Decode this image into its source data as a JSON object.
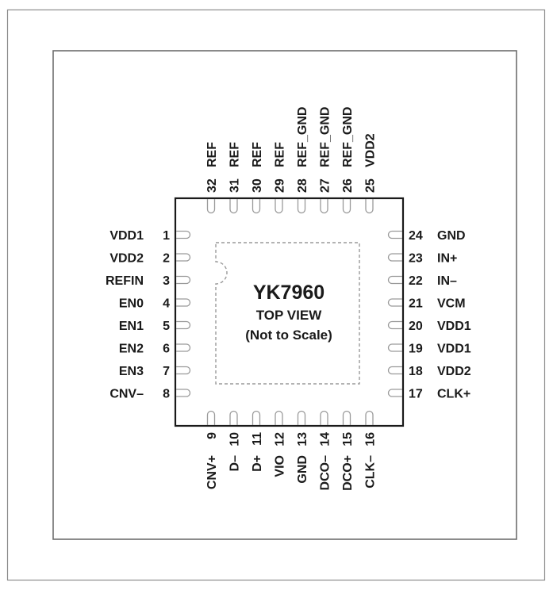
{
  "chip": {
    "part_number": "YK7960",
    "view": "TOP VIEW",
    "scale_note": "(Not to Scale)"
  },
  "pins": {
    "left": [
      {
        "num": "1",
        "name": "VDD1"
      },
      {
        "num": "2",
        "name": "VDD2"
      },
      {
        "num": "3",
        "name": "REFIN"
      },
      {
        "num": "4",
        "name": "EN0"
      },
      {
        "num": "5",
        "name": "EN1"
      },
      {
        "num": "6",
        "name": "EN2"
      },
      {
        "num": "7",
        "name": "EN3"
      },
      {
        "num": "8",
        "name": "CNV–"
      }
    ],
    "bottom": [
      {
        "num": "9",
        "name": "CNV+"
      },
      {
        "num": "10",
        "name": "D–"
      },
      {
        "num": "11",
        "name": "D+"
      },
      {
        "num": "12",
        "name": "VIO"
      },
      {
        "num": "13",
        "name": "GND"
      },
      {
        "num": "14",
        "name": "DCO–"
      },
      {
        "num": "15",
        "name": "DCO+"
      },
      {
        "num": "16",
        "name": "CLK–"
      }
    ],
    "right": [
      {
        "num": "17",
        "name": "CLK+"
      },
      {
        "num": "18",
        "name": "VDD2"
      },
      {
        "num": "19",
        "name": "VDD1"
      },
      {
        "num": "20",
        "name": "VDD1"
      },
      {
        "num": "21",
        "name": "VCM"
      },
      {
        "num": "22",
        "name": "IN–"
      },
      {
        "num": "23",
        "name": "IN+"
      },
      {
        "num": "24",
        "name": "GND"
      }
    ],
    "top": [
      {
        "num": "25",
        "name": "VDD2"
      },
      {
        "num": "26",
        "name": "REF_GND"
      },
      {
        "num": "27",
        "name": "REF_GND"
      },
      {
        "num": "28",
        "name": "REF_GND"
      },
      {
        "num": "29",
        "name": "REF"
      },
      {
        "num": "30",
        "name": "REF"
      },
      {
        "num": "31",
        "name": "REF"
      },
      {
        "num": "32",
        "name": "REF"
      }
    ]
  }
}
